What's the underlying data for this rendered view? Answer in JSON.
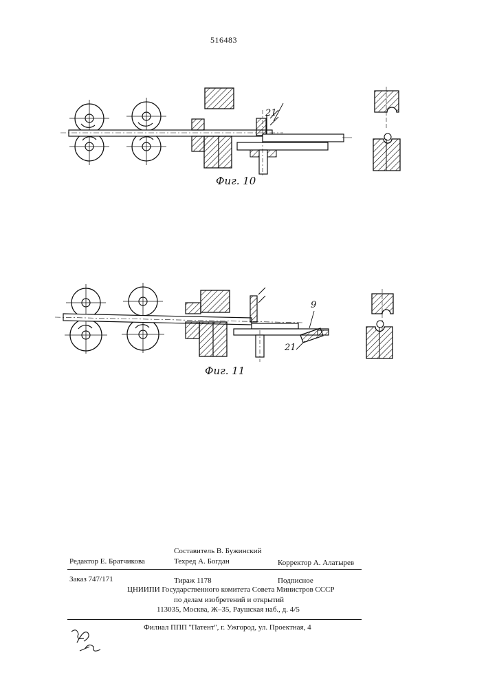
{
  "header": {
    "patent_number": "516483"
  },
  "figures": [
    {
      "label": "Фиг. 10",
      "callouts": [
        "21"
      ]
    },
    {
      "label": "Фиг. 11",
      "callouts": [
        "9",
        "21"
      ]
    }
  ],
  "imprint": {
    "editor": "Редактор  Е. Братчикова",
    "compiler": "Составитель  В. Бужинский",
    "techred": "Техред  А. Богдан",
    "corrector": "Корректор    А. Алатырев",
    "order": "Заказ  747/171",
    "circulation": "Тираж  1178",
    "subscription": "Подписное",
    "institute_line1": "ЦНИИПИ Государственного комитета Совета Министров СССР",
    "institute_line2": "по делам изобретений и открытий",
    "address": "113035, Москва, Ж–35, Раушская наб., д. 4/5",
    "branch": "Филиал ППП ''Патент'', г. Ужгород, ул. Проектная, 4"
  },
  "handwritten_note": "8/6"
}
